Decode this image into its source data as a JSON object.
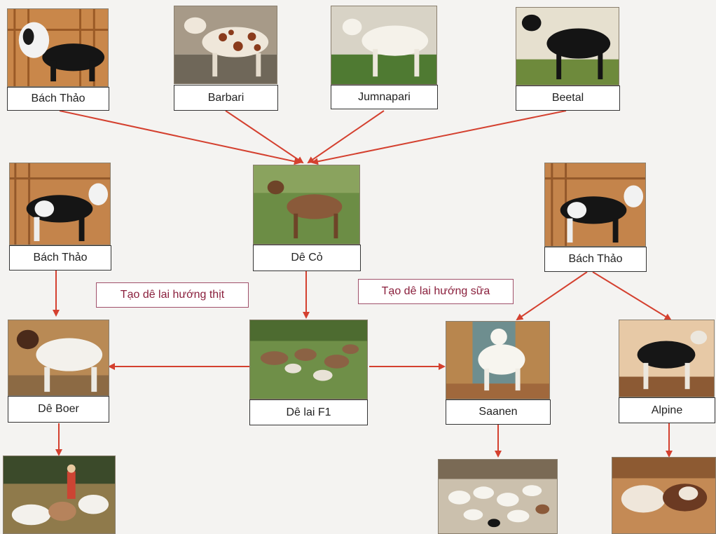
{
  "nodes": {
    "bach_thao_top": "Bách Thảo",
    "barbari": "Barbari",
    "jumnapari": "Jumnapari",
    "beetal": "Beetal",
    "bach_thao_left": "Bách Thảo",
    "de_co": "Dê Cỏ",
    "bach_thao_right": "Bách Thảo",
    "de_boer": "Dê Boer",
    "de_lai_f1": "Dê lai F1",
    "saanen": "Saanen",
    "alpine": "Alpine"
  },
  "notes": {
    "meat": "Tạo dê lai hướng thịt",
    "milk": "Tạo dê lai hướng sữa"
  },
  "colors": {
    "arrow": "#d4402f",
    "note_text": "#8a1f3c"
  }
}
